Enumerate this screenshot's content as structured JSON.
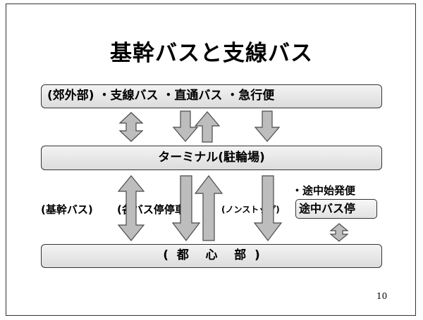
{
  "title": "基幹バスと支線バス",
  "top_bar": "(郊外部) ・支線バス ・直通バス ・急行便",
  "middle_bar": "ターミナル(駐輪場)",
  "bottom_bar": "(  都    心    部  )",
  "labels": {
    "trunk": "(基幹バス)",
    "local": "(各バス停停車)",
    "nonstop": "(ノンストップ)"
  },
  "side": {
    "label": "・途中始発便",
    "box": "途中バス停"
  },
  "page_number": "10",
  "colors": {
    "arrow_fill": "#bdbdbd",
    "arrow_stroke": "#4a4a4a",
    "bar_fill": "#e6e6e6"
  }
}
